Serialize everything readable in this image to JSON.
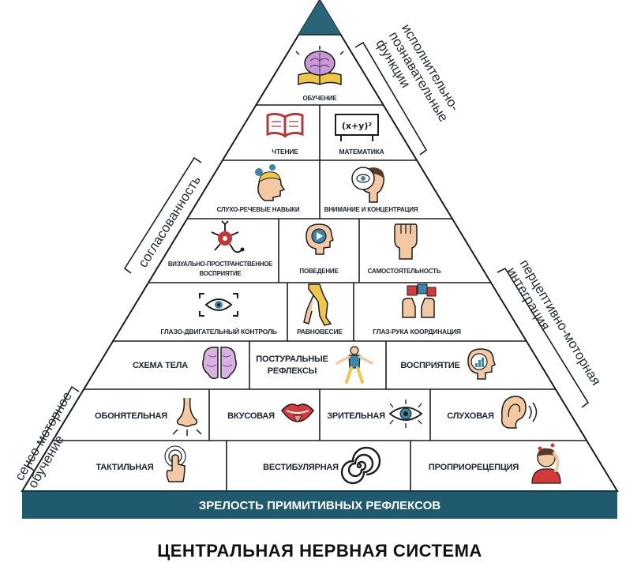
{
  "colors": {
    "apex": "#2a6478",
    "base": "#1f5a6f",
    "line": "#1c1c1c",
    "accent_blue": "#3d86a8",
    "accent_red": "#d33a3a",
    "accent_yellow": "#f0c648",
    "accent_purple": "#8e5aa8",
    "skin": "#f2c9a2"
  },
  "levels": [
    {
      "cells": [
        {
          "label": "ОБУЧЕНИЕ",
          "icon": "brain-book-icon"
        }
      ]
    },
    {
      "cells": [
        {
          "label": "ЧТЕНИЕ",
          "icon": "open-book-icon"
        },
        {
          "label": "МАТЕМАТИКА",
          "icon": "formula-board-icon"
        }
      ]
    },
    {
      "cells": [
        {
          "label": "СЛУХО-РЕЧЕВЫЕ НАВЫКИ",
          "icon": "speaking-head-icon"
        },
        {
          "label": "ВНИМАНИЕ И КОНЦЕНТРАЦИЯ",
          "icon": "focused-person-icon"
        }
      ]
    },
    {
      "cells": [
        {
          "label": "ВИЗУАЛЬНО-ПРОСТРАНСТВЕННОЕ ВОСПРИЯТИЕ",
          "label_lines": [
            "ВИЗУАЛЬНО-ПРОСТРАНСТВЕННОЕ",
            "ВОСПРИЯТИЕ"
          ],
          "icon": "neuron-icon"
        },
        {
          "label": "ПОВЕДЕНИЕ",
          "icon": "head-play-icon"
        },
        {
          "label": "САМОСТОЯТЕЛЬНОСТЬ",
          "icon": "raised-fist-icon"
        }
      ]
    },
    {
      "cells": [
        {
          "label": "ГЛАЗО-ДВИГАТЕЛЬНЫЙ КОНТРОЛЬ",
          "icon": "eye-focus-icon"
        },
        {
          "label": "РАВНОВЕСИЕ",
          "icon": "balancing-legs-icon"
        },
        {
          "label": "ГЛАЗ-РУКА КООРДИНАЦИЯ",
          "icon": "hands-puzzle-icon"
        }
      ]
    },
    {
      "cells": [
        {
          "label": "СХЕМА ТЕЛА",
          "icon": "brain-icon"
        },
        {
          "label": "ПОСТУРАЛЬНЫЕ РЕФЛЕКСЫ",
          "label_lines": [
            "ПОСТУРАЛЬНЫЕ",
            "РЕФЛЕКСЫ"
          ],
          "icon": "standing-figure-icon"
        },
        {
          "label": "ВОСПРИЯТИЕ",
          "icon": "head-chart-icon"
        }
      ]
    },
    {
      "cells": [
        {
          "label": "ОБОНЯТЕЛЬНАЯ",
          "icon": "nose-icon"
        },
        {
          "label": "ВКУСОВАЯ",
          "icon": "mouth-tongue-icon"
        },
        {
          "label": "ЗРИТЕЛЬНАЯ",
          "icon": "eye-icon"
        },
        {
          "label": "СЛУХОВАЯ",
          "icon": "ear-icon"
        }
      ]
    },
    {
      "cells": [
        {
          "label": "ТАКТИЛЬНАЯ",
          "icon": "touch-finger-icon"
        },
        {
          "label": "ВЕСТИБУЛЯРНАЯ",
          "icon": "spiral-icon"
        },
        {
          "label": "ПРОПРИОРЕЦЕПЦИЯ",
          "icon": "proprioception-person-icon"
        }
      ]
    }
  ],
  "base_band_label": "ЗРЕЛОСТЬ ПРИМИТИВНЫХ РЕФЛЕКСОВ",
  "footer_title": "ЦЕНТРАЛЬНАЯ НЕРВНАЯ СИСТЕМА",
  "brackets": {
    "top_right": [
      "исполнительно-",
      "познавательные",
      "функции"
    ],
    "left_middle": [
      "согласованность"
    ],
    "right_middle": [
      "перцептивно-моторная",
      "интеграция"
    ],
    "left_bottom": [
      "сенсо-моторное",
      "обучение"
    ]
  }
}
